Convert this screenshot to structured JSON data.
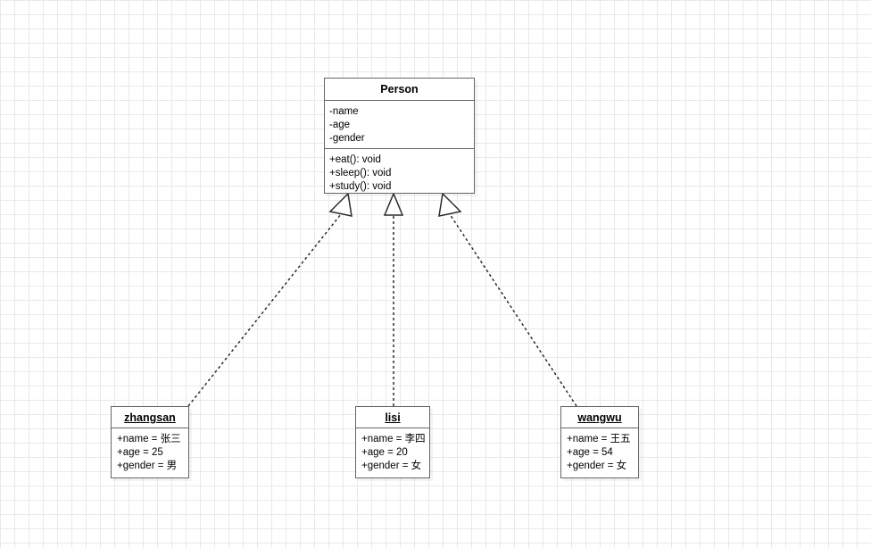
{
  "diagram": {
    "title": "UML class and object diagram",
    "background": {
      "grid_color": "#e9e9e9",
      "canvas_color": "#ffffff",
      "grid_size": "16"
    },
    "colors": {
      "box_border": "#666666",
      "connector": "#2b2b2b",
      "text": "#000000"
    }
  },
  "class_box": {
    "name": "Person",
    "attributes": [
      "-name",
      "-age",
      "-gender"
    ],
    "methods": [
      "+eat(): void",
      "+sleep(): void",
      "+study(): void"
    ]
  },
  "object_boxes": [
    {
      "name": "zhangsan",
      "attributes": [
        "+name = 张三",
        "+age = 25",
        "+gender = 男"
      ]
    },
    {
      "name": "lisi",
      "attributes": [
        "+name = 李四",
        "+age = 20",
        "+gender = 女"
      ]
    },
    {
      "name": "wangwu",
      "attributes": [
        "+name = 王五",
        "+age = 54",
        "+gender = 女"
      ]
    }
  ],
  "connectors": [
    {
      "from": "zhangsan",
      "to": "Person",
      "type": "generalization-dashed",
      "arrow": "hollow-triangle"
    },
    {
      "from": "lisi",
      "to": "Person",
      "type": "generalization-dashed",
      "arrow": "hollow-triangle"
    },
    {
      "from": "wangwu",
      "to": "Person",
      "type": "generalization-dashed",
      "arrow": "hollow-triangle"
    }
  ]
}
